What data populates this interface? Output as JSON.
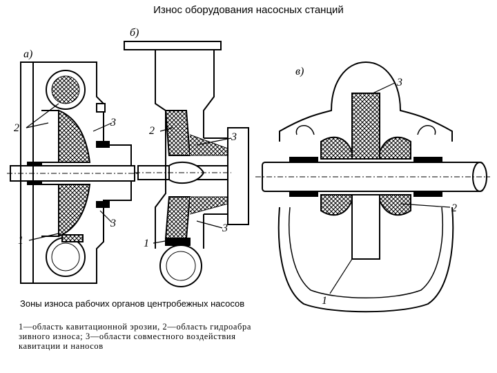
{
  "page": {
    "title": "Износ оборудования насосных станций",
    "subtitle": "Зоны износа рабочих органов центробежных насосов"
  },
  "diagram": {
    "panels": [
      {
        "label": "а)",
        "callouts": [
          "2",
          "3",
          "3",
          "1"
        ]
      },
      {
        "label": "б)",
        "callouts": [
          "2",
          "3",
          "1",
          "3"
        ]
      },
      {
        "label": "в)",
        "callouts": [
          "3",
          "2",
          "1"
        ]
      }
    ]
  },
  "legend": {
    "lines": [
      "1—область кавитационной эрозии, 2—область гидроабра",
      "зивного износа; 3—области совместного воздействия",
      "кавитации и наносов"
    ]
  }
}
